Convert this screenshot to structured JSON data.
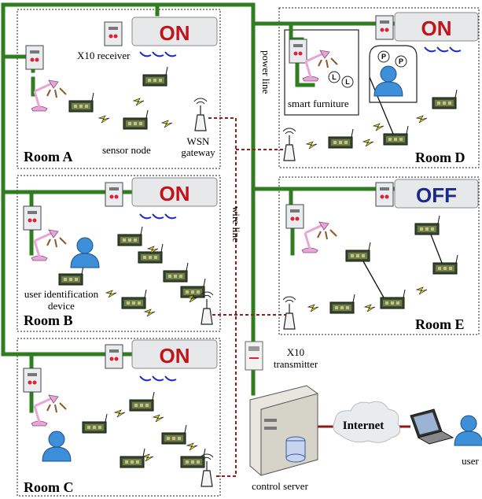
{
  "rooms": [
    {
      "name": "Room A",
      "ac_state": "ON"
    },
    {
      "name": "Room B",
      "ac_state": "ON"
    },
    {
      "name": "Room C",
      "ac_state": "ON"
    },
    {
      "name": "Room D",
      "ac_state": "ON"
    },
    {
      "name": "Room E",
      "ac_state": "OFF"
    }
  ],
  "labels": {
    "x10_receiver": "X10 receiver",
    "sensor_node": "sensor node",
    "wsn_gateway_line1": "WSN",
    "wsn_gateway_line2": "gateway",
    "power_line": "power line",
    "wire_line": "wire line",
    "smart_furniture": "smart furniture",
    "user_id_line1": "user identification",
    "user_id_line2": "device",
    "x10_transmitter_line1": "X10",
    "x10_transmitter_line2": "transmitter",
    "internet": "Internet",
    "control_server": "control server",
    "user": "user"
  },
  "colors": {
    "power_line": "#2e7d1e",
    "wire_line": "#9b1b1b",
    "ac_on": "#c0131a",
    "ac_off": "#1b2a8a",
    "lamp": "#e7a6d6"
  }
}
